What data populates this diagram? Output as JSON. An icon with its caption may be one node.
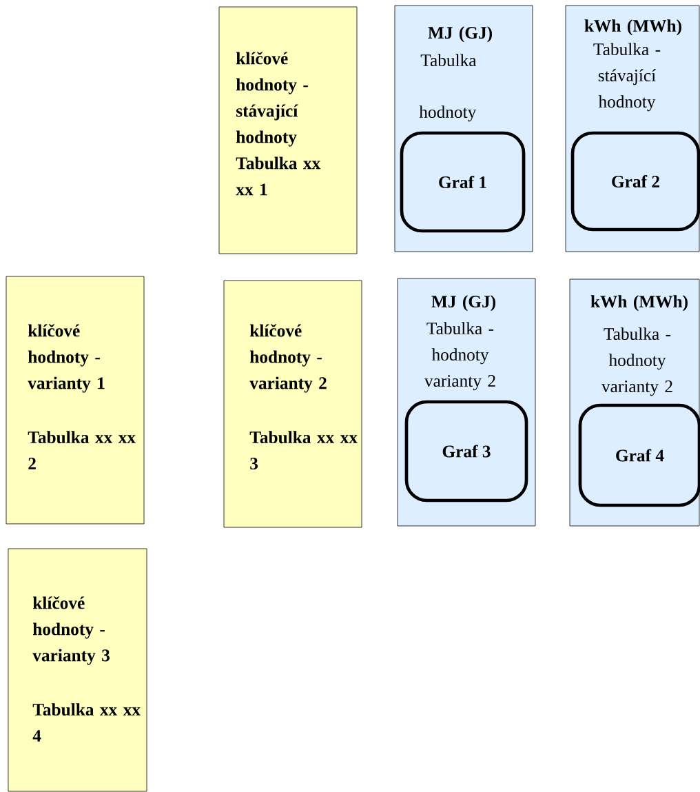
{
  "diagram": {
    "nodes": [
      {
        "text": [
          "klíčové hodnoty - stávající hodnoty Tabulka xx xx 1"
        ]
      },
      {
        "text": [
          "MJ (GJ)",
          "Tabulka",
          "hodnoty"
        ]
      },
      {
        "text": [
          "Graf 1"
        ],
        "in": 1
      },
      {
        "text": [
          "kWh (MWh)",
          "Tabulka - stávající hodnoty"
        ]
      },
      {
        "text": [
          "Graf 2"
        ],
        "in": 3
      },
      {
        "text": [
          "klíčové hodnoty - varianty 1",
          "Tabulka xx xx 2"
        ]
      },
      {
        "text": [
          "klíčové hodnoty - varianty 2",
          "Tabulka xx xx 3"
        ]
      },
      {
        "text": [
          "MJ (GJ)",
          "Tabulka - hodnoty varianty 2"
        ]
      },
      {
        "text": [
          "Graf 3"
        ],
        "in": 7
      },
      {
        "text": [
          "kWh (MWh)",
          "Tabulka - hodnoty varianty 2"
        ]
      },
      {
        "text": [
          "Graf 4"
        ],
        "in": 9
      },
      {
        "text": [
          "klíčové hodnoty - varianty 3",
          "Tabulka xx xx 4"
        ]
      }
    ]
  }
}
